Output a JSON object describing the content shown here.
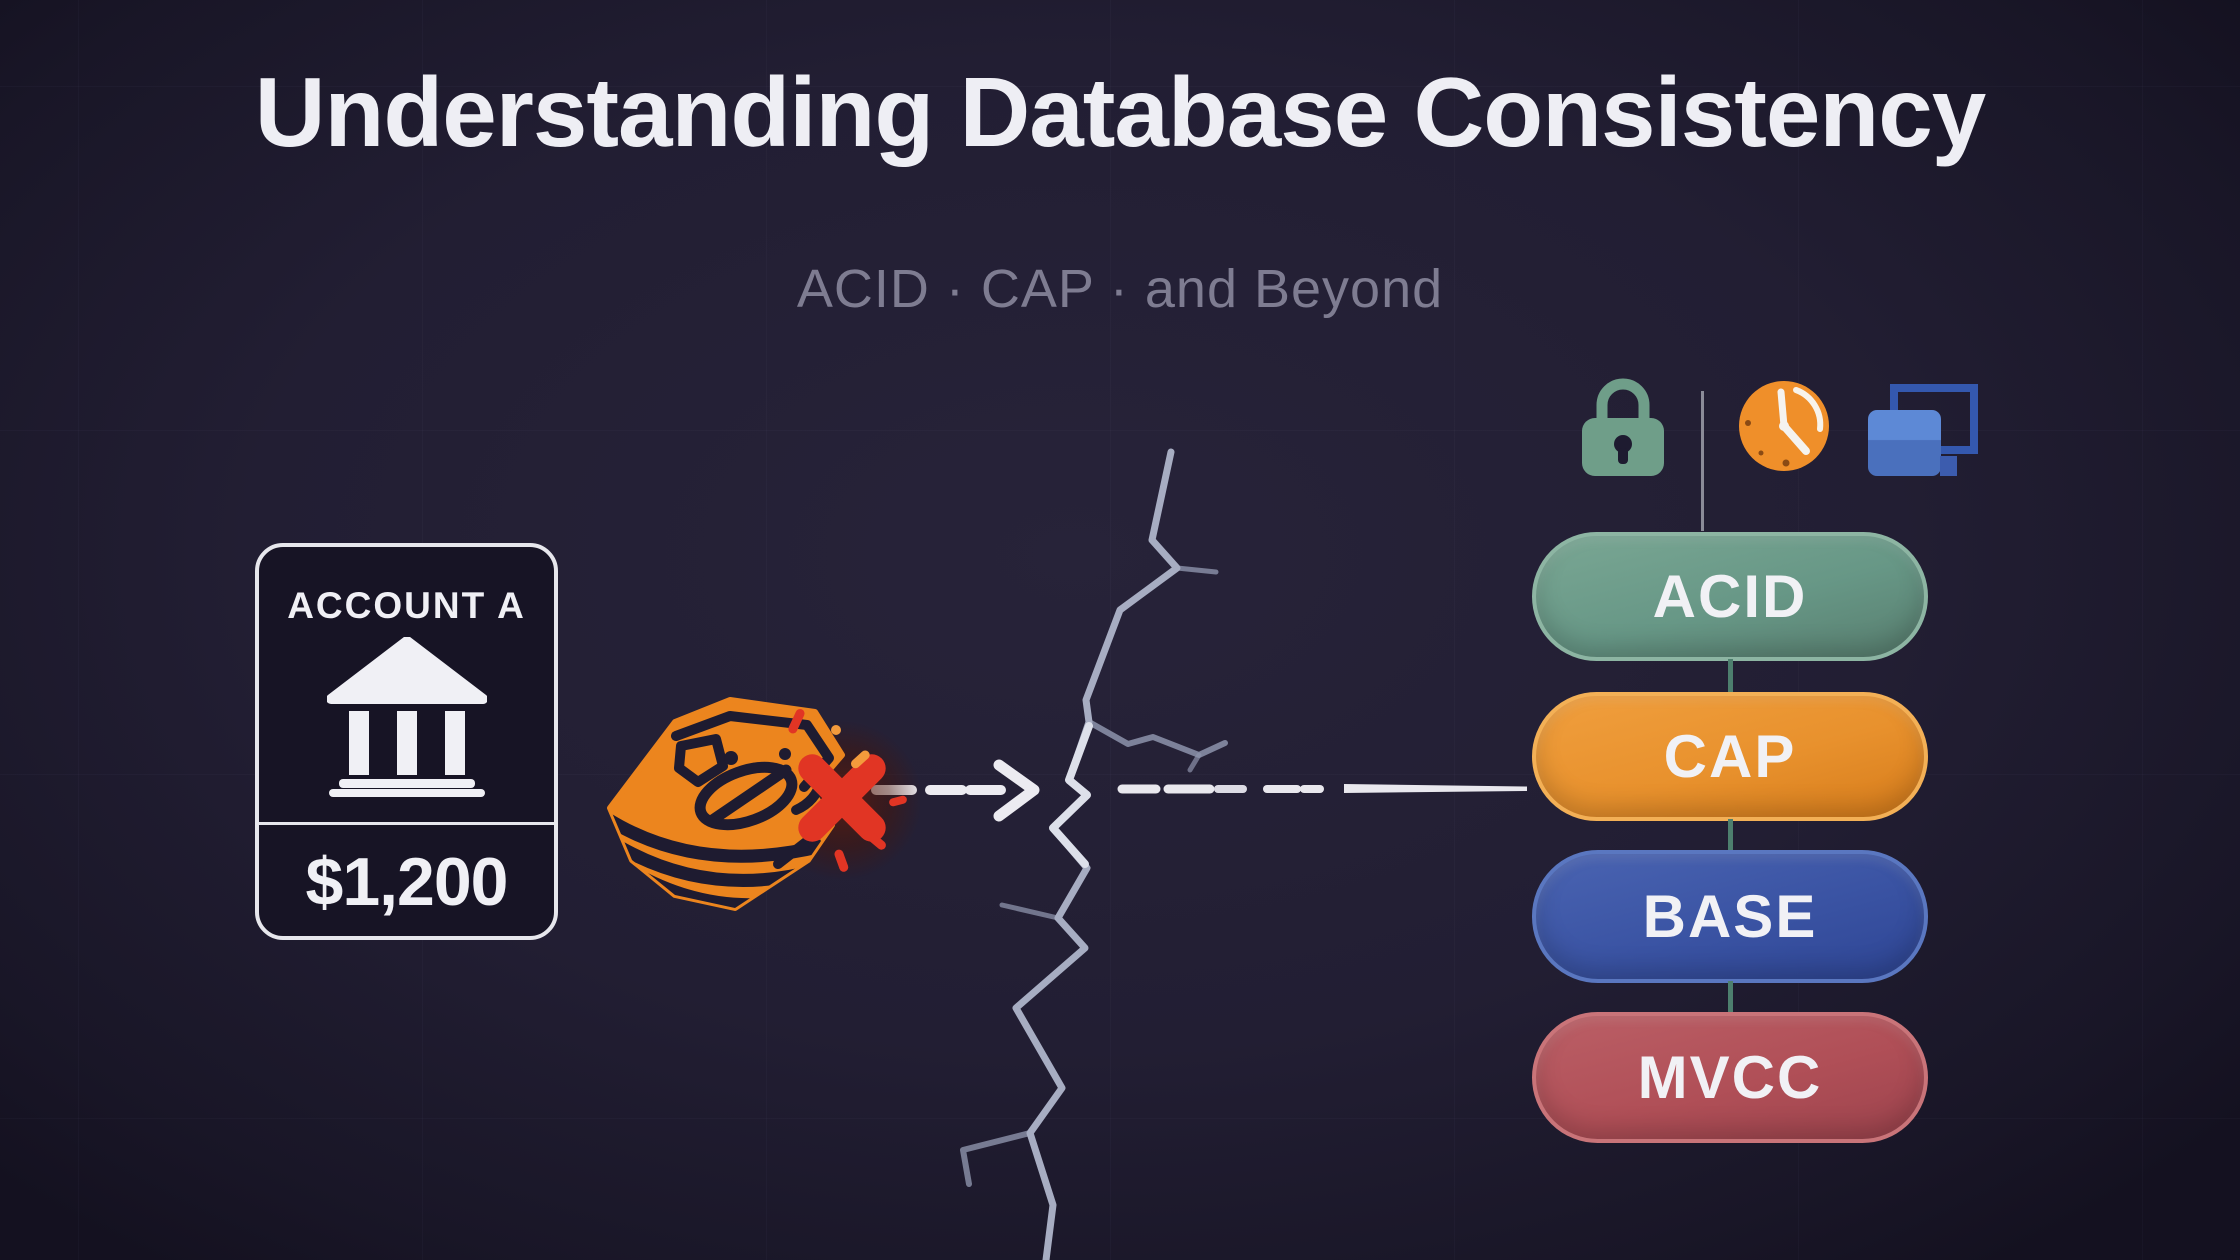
{
  "title": "Understanding Database Consistency",
  "subtitle": "ACID · CAP · and Beyond",
  "account_card": {
    "label": "ACCOUNT A",
    "balance": "$1,200",
    "icon": "bank-icon"
  },
  "broken_transaction": {
    "icon": "crumpled-money-icon",
    "status_icon": "failed-x-icon",
    "money_color": "#ec851e",
    "x_color": "#e13524"
  },
  "flow": {
    "arrow_icon": "dashed-arrow-right-icon",
    "crack_icon": "crack-split-icon",
    "arrow_color": "#ecebf1",
    "crack_color": "#a7adc2"
  },
  "top_icons": [
    {
      "name": "lock-icon",
      "color": "#6f9e89"
    },
    {
      "name": "clock-icon",
      "color": "#ef8f2a"
    },
    {
      "name": "layers-icon",
      "color": "#4a7cd0"
    }
  ],
  "concepts": [
    {
      "label": "ACID",
      "bg": "linear-gradient(165deg,#7aa794 0%,#679786 55%,#587e6f 100%)",
      "border": "#8db5a3"
    },
    {
      "label": "CAP",
      "bg": "linear-gradient(165deg,#f09f3e 0%,#e8912d 55%,#d67c1b 100%)",
      "border": "#f3b056"
    },
    {
      "label": "BASE",
      "bg": "linear-gradient(165deg,#4a64b2 0%,#3a53a3 55%,#2e4594 100%)",
      "border": "#5a77c0"
    },
    {
      "label": "MVCC",
      "bg": "linear-gradient(165deg,#bb5f66 0%,#b04f57 55%,#9c434d 100%)",
      "border": "#c97479"
    }
  ],
  "colors": {
    "background": "#221e33",
    "title": "#eeeef4",
    "subtitle": "#7e7c91",
    "card_border": "#e7e7ed",
    "connector": "#4d7f6e"
  }
}
